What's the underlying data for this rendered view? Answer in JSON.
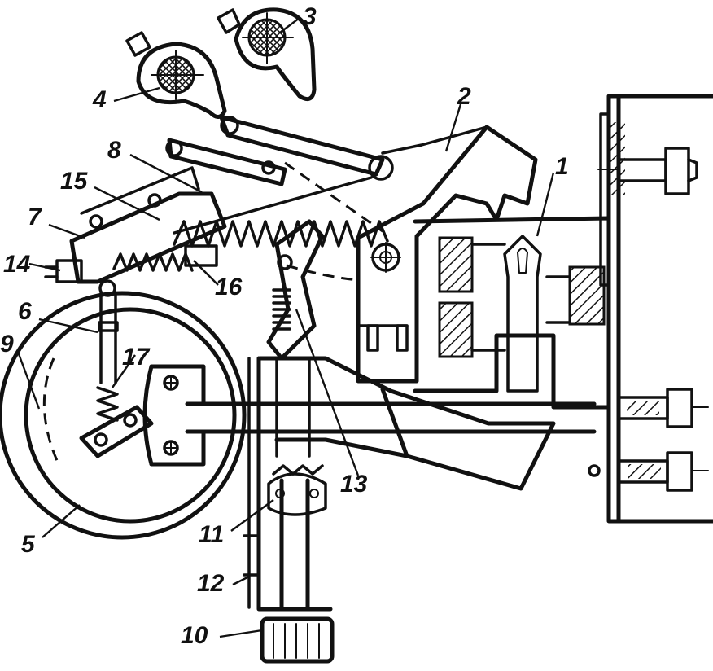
{
  "figure": {
    "callouts": [
      {
        "id": "1",
        "text": "1"
      },
      {
        "id": "2",
        "text": "2"
      },
      {
        "id": "3",
        "text": "3"
      },
      {
        "id": "4",
        "text": "4"
      },
      {
        "id": "5",
        "text": "5"
      },
      {
        "id": "6",
        "text": "6"
      },
      {
        "id": "7",
        "text": "7"
      },
      {
        "id": "8",
        "text": "8"
      },
      {
        "id": "9",
        "text": "9"
      },
      {
        "id": "10",
        "text": "10"
      },
      {
        "id": "11",
        "text": "11"
      },
      {
        "id": "12",
        "text": "12"
      },
      {
        "id": "13",
        "text": "13"
      },
      {
        "id": "14",
        "text": "14"
      },
      {
        "id": "15",
        "text": "15"
      },
      {
        "id": "16",
        "text": "16"
      },
      {
        "id": "17",
        "text": "17"
      }
    ],
    "ink_color": "#111111",
    "paper_color": "#ffffff"
  }
}
